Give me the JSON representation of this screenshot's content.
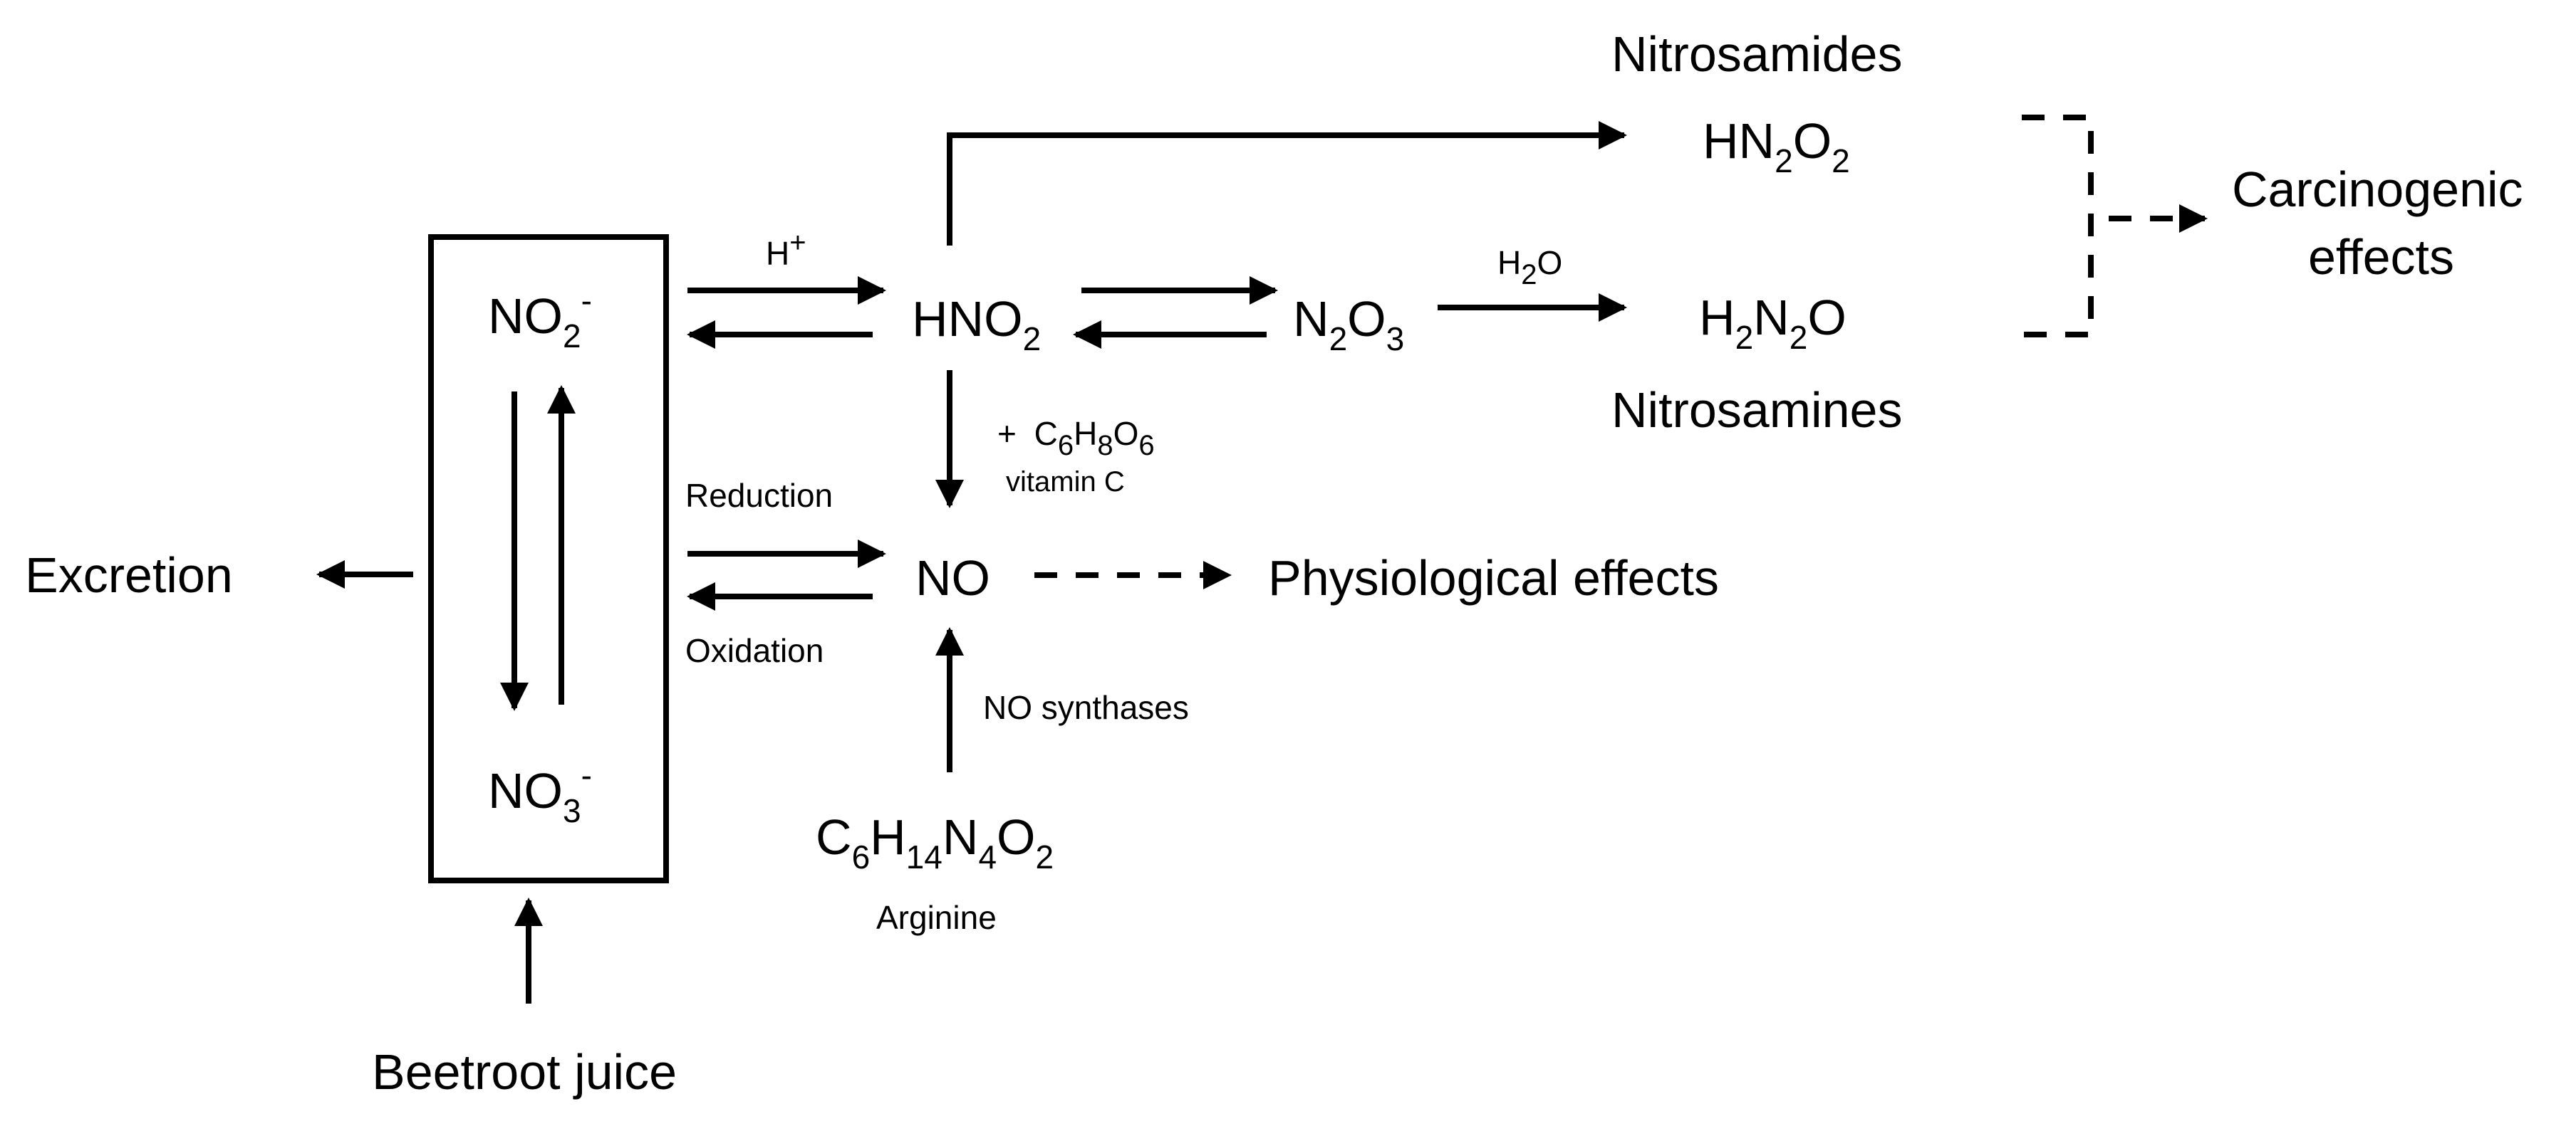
{
  "labels": {
    "excretion": "Excretion",
    "beetroot_juice": "Beetroot juice",
    "nitrite": {
      "base": "NO",
      "sub": "2",
      "sup": "-"
    },
    "nitrate": {
      "base": "NO",
      "sub": "3",
      "sup": "-"
    },
    "h_plus": {
      "base": "H",
      "sup": "+"
    },
    "hno2": {
      "base": "HNO",
      "sub": "2"
    },
    "n2o3": {
      "a": "N",
      "sub1": "2",
      "b": "O",
      "sub2": "3"
    },
    "h2o": {
      "a": "H",
      "sub": "2",
      "b": "O"
    },
    "hn2o2": {
      "a": "HN",
      "sub1": "2",
      "b": "O",
      "sub2": "2"
    },
    "h2n2o": {
      "a": "H",
      "sub1": "2",
      "b": "N",
      "sub2": "2",
      "c": "O"
    },
    "nitrosamides": "Nitrosamides",
    "nitrosamines": "Nitrosamines",
    "carcinogenic_line1": "Carcinogenic",
    "carcinogenic_line2": "effects",
    "vitamin_c_formula": {
      "prefix": "+ ",
      "a": "C",
      "s1": "6",
      "b": "H",
      "s2": "8",
      "c": "O",
      "s3": "6"
    },
    "vitamin_c": "vitamin C",
    "reduction": "Reduction",
    "oxidation": "Oxidation",
    "no": "NO",
    "physiological_effects": "Physiological effects",
    "no_synthases": "NO synthases",
    "arginine_formula": {
      "a": "C",
      "s1": "6",
      "b": "H",
      "s2": "14",
      "c": "N",
      "s3": "4",
      "d": "O",
      "s4": "2"
    },
    "arginine": "Arginine"
  }
}
